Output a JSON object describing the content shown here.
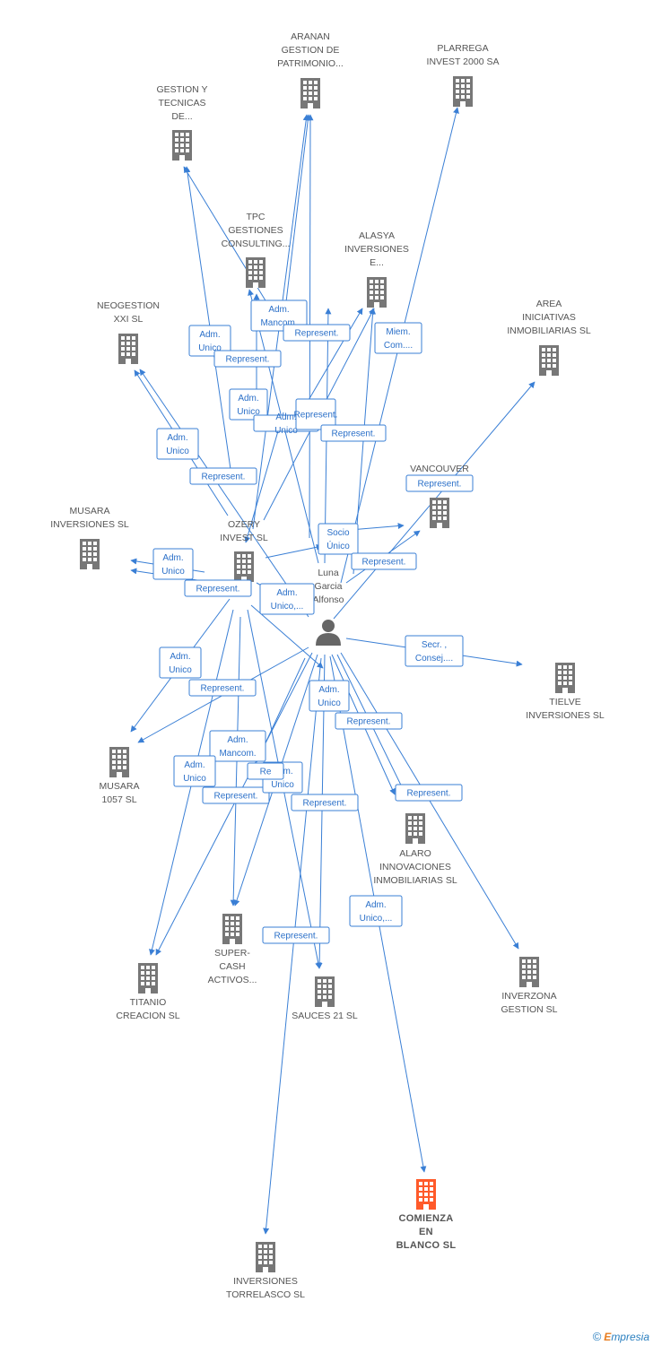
{
  "colors": {
    "edge": "#3a7fd5",
    "company": "#777777",
    "main_company": "#ff5a2a",
    "person": "#666666"
  },
  "nodes": [
    {
      "id": "aranan",
      "type": "company",
      "lines": [
        "ARANAN",
        "GESTION DE",
        "PATRIMONIO..."
      ]
    },
    {
      "id": "plarrega",
      "type": "company",
      "lines": [
        "PLARREGA",
        "INVEST 2000 SA"
      ]
    },
    {
      "id": "gestion",
      "type": "company",
      "lines": [
        "GESTION Y",
        "TECNICAS",
        "DE..."
      ]
    },
    {
      "id": "tpc",
      "type": "company",
      "lines": [
        "TPC",
        "GESTIONES",
        "CONSULTING..."
      ]
    },
    {
      "id": "alasya",
      "type": "company",
      "lines": [
        "ALASYA",
        "INVERSIONES",
        "E..."
      ]
    },
    {
      "id": "neogestion",
      "type": "company",
      "lines": [
        "NEOGESTION",
        "XXI SL"
      ]
    },
    {
      "id": "area",
      "type": "company",
      "lines": [
        "AREA",
        "INICIATIVAS",
        "INMOBILIARIAS SL"
      ]
    },
    {
      "id": "vancouver",
      "type": "company",
      "lines": [
        "VANCOUVER"
      ]
    },
    {
      "id": "musara_inv",
      "type": "company",
      "lines": [
        "MUSARA",
        "INVERSIONES SL"
      ]
    },
    {
      "id": "ozery",
      "type": "company",
      "lines": [
        "OZERY",
        "INVEST SL"
      ]
    },
    {
      "id": "person",
      "type": "person",
      "lines": [
        "Luna",
        "Garcia",
        "Alfonso"
      ]
    },
    {
      "id": "tielve",
      "type": "company",
      "lines": [
        "TIELVE",
        "INVERSIONES SL"
      ]
    },
    {
      "id": "musara1057",
      "type": "company",
      "lines": [
        "MUSARA",
        "1057 SL"
      ]
    },
    {
      "id": "alaro",
      "type": "company",
      "lines": [
        "ALARO",
        "INNOVACIONES",
        "INMOBILIARIAS SL"
      ]
    },
    {
      "id": "supercash",
      "type": "company",
      "lines": [
        "SUPER-",
        "CASH",
        "ACTIVOS..."
      ]
    },
    {
      "id": "titanio",
      "type": "company",
      "lines": [
        "TITANIO",
        "CREACION SL"
      ]
    },
    {
      "id": "sauces",
      "type": "company",
      "lines": [
        "SAUCES 21 SL"
      ]
    },
    {
      "id": "inverzona",
      "type": "company",
      "lines": [
        "INVERZONA",
        "GESTION SL"
      ]
    },
    {
      "id": "comienza",
      "type": "main",
      "lines": [
        "COMIENZA",
        "EN",
        "BLANCO  SL"
      ]
    },
    {
      "id": "torrelasco",
      "type": "company",
      "lines": [
        "INVERSIONES",
        "TORRELASCO SL"
      ]
    }
  ],
  "relations": [
    {
      "lines": [
        "Adm.",
        "Mancom."
      ]
    },
    {
      "lines": [
        "Represent."
      ]
    },
    {
      "lines": [
        "Miem.",
        "Com...."
      ]
    },
    {
      "lines": [
        "Adm.",
        "Unico"
      ]
    },
    {
      "lines": [
        "Represent."
      ]
    },
    {
      "lines": [
        "Adm.",
        "Unico"
      ]
    },
    {
      "lines": [
        "Adm.",
        "Unico"
      ]
    },
    {
      "lines": [
        "Represent."
      ]
    },
    {
      "lines": [
        "Represent."
      ]
    },
    {
      "lines": [
        "Adm.",
        "Unico"
      ]
    },
    {
      "lines": [
        "Represent."
      ]
    },
    {
      "lines": [
        "Represent."
      ]
    },
    {
      "lines": [
        "Socio",
        "Único"
      ]
    },
    {
      "lines": [
        "Adm.",
        "Unico"
      ]
    },
    {
      "lines": [
        "Represent."
      ]
    },
    {
      "lines": [
        "Represent."
      ]
    },
    {
      "lines": [
        "Adm.",
        "Unico,..."
      ]
    },
    {
      "lines": [
        "Secr. ,",
        "Consej...."
      ]
    },
    {
      "lines": [
        "Adm.",
        "Unico"
      ]
    },
    {
      "lines": [
        "Represent."
      ]
    },
    {
      "lines": [
        "Adm.",
        "Unico"
      ]
    },
    {
      "lines": [
        "Represent."
      ]
    },
    {
      "lines": [
        "Adm.",
        "Mancom."
      ]
    },
    {
      "lines": [
        "Adm.",
        "Unico"
      ]
    },
    {
      "lines": [
        "Represent."
      ]
    },
    {
      "lines": [
        "Adm.",
        "Unico"
      ]
    },
    {
      "lines": [
        "Represent."
      ]
    },
    {
      "lines": [
        "Represent."
      ]
    },
    {
      "lines": [
        "Adm.",
        "Unico,..."
      ]
    },
    {
      "lines": [
        "Represent."
      ]
    },
    {
      "lines": [
        "Re"
      ]
    }
  ],
  "footer": {
    "copyright": "©",
    "brand_e": "E",
    "brand_rest": "mpresia"
  }
}
